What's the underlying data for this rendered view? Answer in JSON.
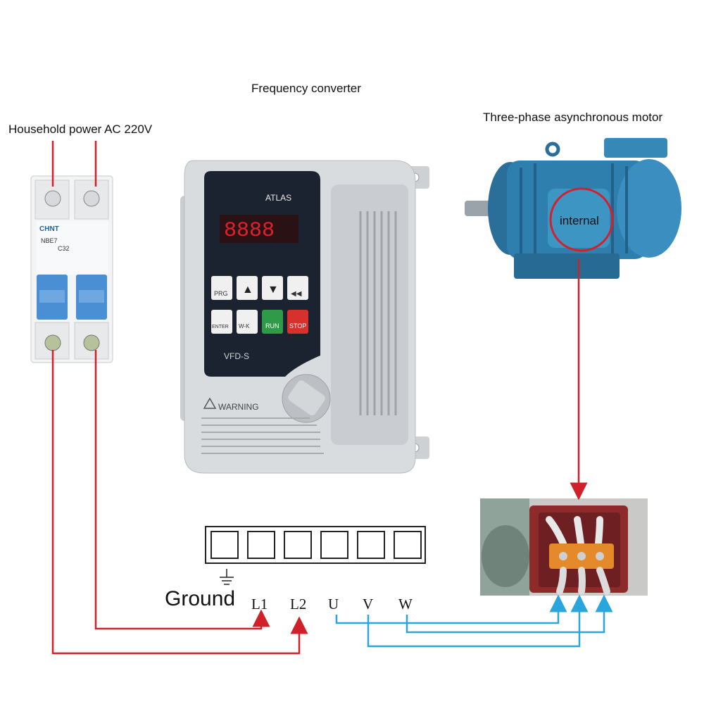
{
  "labels": {
    "frequency_converter": "Frequency converter",
    "household_power": "Household power AC 220V",
    "motor": "Three-phase asynchronous motor",
    "internal": "internal",
    "ground": "Ground"
  },
  "breaker": {
    "brand": "CHNT",
    "model": "NBE7",
    "rating": "C32"
  },
  "vfd": {
    "brand": "ATLAS",
    "model": "VFD-S",
    "display": "8888",
    "buttons": [
      "PRG",
      "▲",
      "▼",
      "◀◀",
      "ENTER",
      "W-K",
      "RUN",
      "STOP"
    ],
    "warning_title": "WARNING"
  },
  "terminals": [
    "L1",
    "L2",
    "U",
    "V",
    "W"
  ],
  "colors": {
    "red_wire": "#d0202a",
    "blue_wire": "#2aa6de",
    "motor_blue": "#2e7fae",
    "vfd_body": "#d9dcdf",
    "vfd_panel": "#1c2330"
  }
}
